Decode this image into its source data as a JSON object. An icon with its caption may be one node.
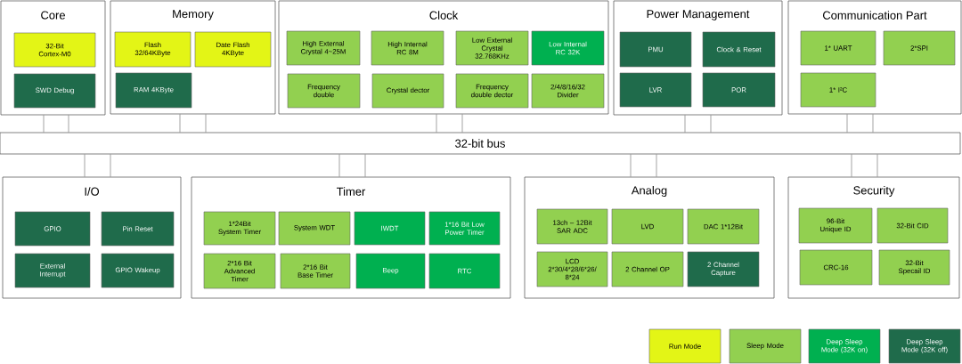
{
  "diagram": {
    "nodes": [
      {
        "text": [
          "Core"
        ]
      },
      {
        "text": [
          "32-Bit Cortex-M0"
        ],
        "in": 0
      },
      {
        "text": [
          "SWD Debug"
        ],
        "in": 0
      },
      {
        "text": [
          "Memory"
        ]
      },
      {
        "text": [
          "Flash 32/64KByte"
        ],
        "in": 3
      },
      {
        "text": [
          "Date Flash 4KByte"
        ],
        "in": 3
      },
      {
        "text": [
          "RAM 4KByte"
        ],
        "in": 3
      },
      {
        "text": [
          "Clock"
        ]
      },
      {
        "text": [
          "High External Crystal 4~25M"
        ],
        "in": 7
      },
      {
        "text": [
          "High Internal RC 8M"
        ],
        "in": 7
      },
      {
        "text": [
          "Low External Crystal 32.768KHz"
        ],
        "in": 7
      },
      {
        "text": [
          "Low Internal RC 32K"
        ],
        "in": 7
      },
      {
        "text": [
          "Frequency double"
        ],
        "in": 7
      },
      {
        "text": [
          "Crystal dector"
        ],
        "in": 7
      },
      {
        "text": [
          "Frequency double dector"
        ],
        "in": 7
      },
      {
        "text": [
          "2/4/8/16/32 Divider"
        ],
        "in": 7
      },
      {
        "text": [
          "Power Management"
        ]
      },
      {
        "text": [
          "PMU"
        ],
        "in": 16
      },
      {
        "text": [
          "Clock & Reset"
        ],
        "in": 16
      },
      {
        "text": [
          "LVR"
        ],
        "in": 16
      },
      {
        "text": [
          "POR"
        ],
        "in": 16
      },
      {
        "text": [
          "Communication Part"
        ]
      },
      {
        "text": [
          "1* UART"
        ],
        "in": 21
      },
      {
        "text": [
          "2*SPI"
        ],
        "in": 21
      },
      {
        "text": [
          "1* I²C"
        ],
        "in": 21
      },
      {
        "text": [
          "32-bit bus"
        ]
      },
      {
        "text": [
          "I/O"
        ]
      },
      {
        "text": [
          "GPIO"
        ],
        "in": 26
      },
      {
        "text": [
          "Pin Reset"
        ],
        "in": 26
      },
      {
        "text": [
          "External Interrupt"
        ],
        "in": 26
      },
      {
        "text": [
          "GPIO Wakeup"
        ],
        "in": 26
      },
      {
        "text": [
          "Timer"
        ]
      },
      {
        "text": [
          "1*24Bit System Timer"
        ],
        "in": 31
      },
      {
        "text": [
          "System WDT"
        ],
        "in": 31
      },
      {
        "text": [
          "IWDT"
        ],
        "in": 31
      },
      {
        "text": [
          "1*16 Bit Low Power Timer"
        ],
        "in": 31
      },
      {
        "text": [
          "2*16 Bit Advanced Timer"
        ],
        "in": 31
      },
      {
        "text": [
          "2*16 Bit Base Timer"
        ],
        "in": 31
      },
      {
        "text": [
          "Beep"
        ],
        "in": 31
      },
      {
        "text": [
          "RTC"
        ],
        "in": 31
      },
      {
        "text": [
          "Analog"
        ]
      },
      {
        "text": [
          "13ch – 12Bit SAR ADC"
        ],
        "in": 40
      },
      {
        "text": [
          "LVD"
        ],
        "in": 40
      },
      {
        "text": [
          "DAC 1*12Bit"
        ],
        "in": 40
      },
      {
        "text": [
          "LCD 2*30/4*28/6*26/ 8*24"
        ],
        "in": 40
      },
      {
        "text": [
          "2 Channel OP"
        ],
        "in": 40
      },
      {
        "text": [
          "2 Channel Capture"
        ],
        "in": 40
      },
      {
        "text": [
          "Security"
        ]
      },
      {
        "text": [
          "96-Bit Unique ID"
        ],
        "in": 47
      },
      {
        "text": [
          "32-Bit CID"
        ],
        "in": 47
      },
      {
        "text": [
          "CRC-16"
        ],
        "in": 47
      },
      {
        "text": [
          "32-Bit Specail ID"
        ],
        "in": 47
      }
    ],
    "edges": [
      {
        "from": 0,
        "to": 25,
        "arrow": "none"
      },
      {
        "from": 3,
        "to": 25,
        "arrow": "none"
      },
      {
        "from": 7,
        "to": 25,
        "arrow": "none"
      },
      {
        "from": 16,
        "to": 25,
        "arrow": "none"
      },
      {
        "from": 21,
        "to": 25,
        "arrow": "none"
      },
      {
        "from": 25,
        "to": 26,
        "arrow": "none"
      },
      {
        "from": 25,
        "to": 31,
        "arrow": "none"
      },
      {
        "from": 25,
        "to": 40,
        "arrow": "none"
      },
      {
        "from": 25,
        "to": 47,
        "arrow": "none"
      }
    ],
    "legend": [
      {
        "text": "Run Mode",
        "color": "#e3f516"
      },
      {
        "text": "Sleep Mode",
        "color": "#92d050"
      },
      {
        "text": "Deep Sleep Mode (32K on)",
        "color": "#00b050"
      },
      {
        "text": "Deep Sleep Mode (32K off)",
        "color": "#1f6b4b"
      }
    ]
  }
}
